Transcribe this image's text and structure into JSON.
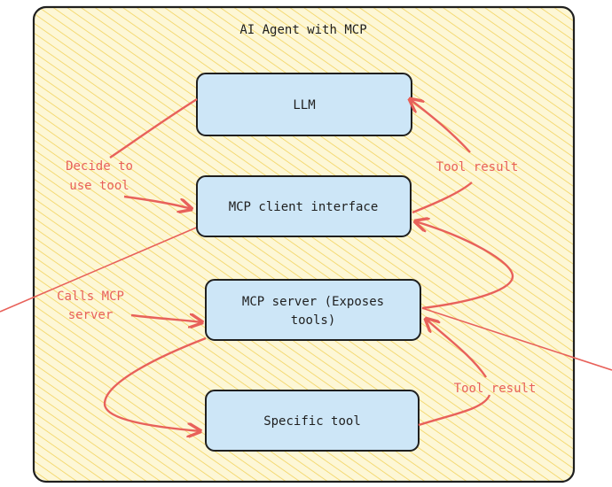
{
  "diagram": {
    "title": "AI Agent with MCP",
    "nodes": {
      "llm": {
        "label": "LLM"
      },
      "client": {
        "label": "MCP client interface"
      },
      "server": {
        "label_line1": "MCP server (Exposes",
        "label_line2": "tools)"
      },
      "tool": {
        "label": "Specific tool"
      }
    },
    "edge_labels": {
      "decide_line1": "Decide to",
      "decide_line2": "use tool",
      "calls_line1": "Calls MCP",
      "calls_line2": "server",
      "tool_result_upper": "Tool result",
      "tool_result_lower": "Tool result"
    },
    "colors": {
      "frame_fill": "#fdf7d6",
      "hatch": "#f2d35e",
      "node_fill": "#cde6f7",
      "node_stroke": "#1f1f1f",
      "arrow": "#e8615a",
      "text": "#1f1f1f"
    }
  }
}
